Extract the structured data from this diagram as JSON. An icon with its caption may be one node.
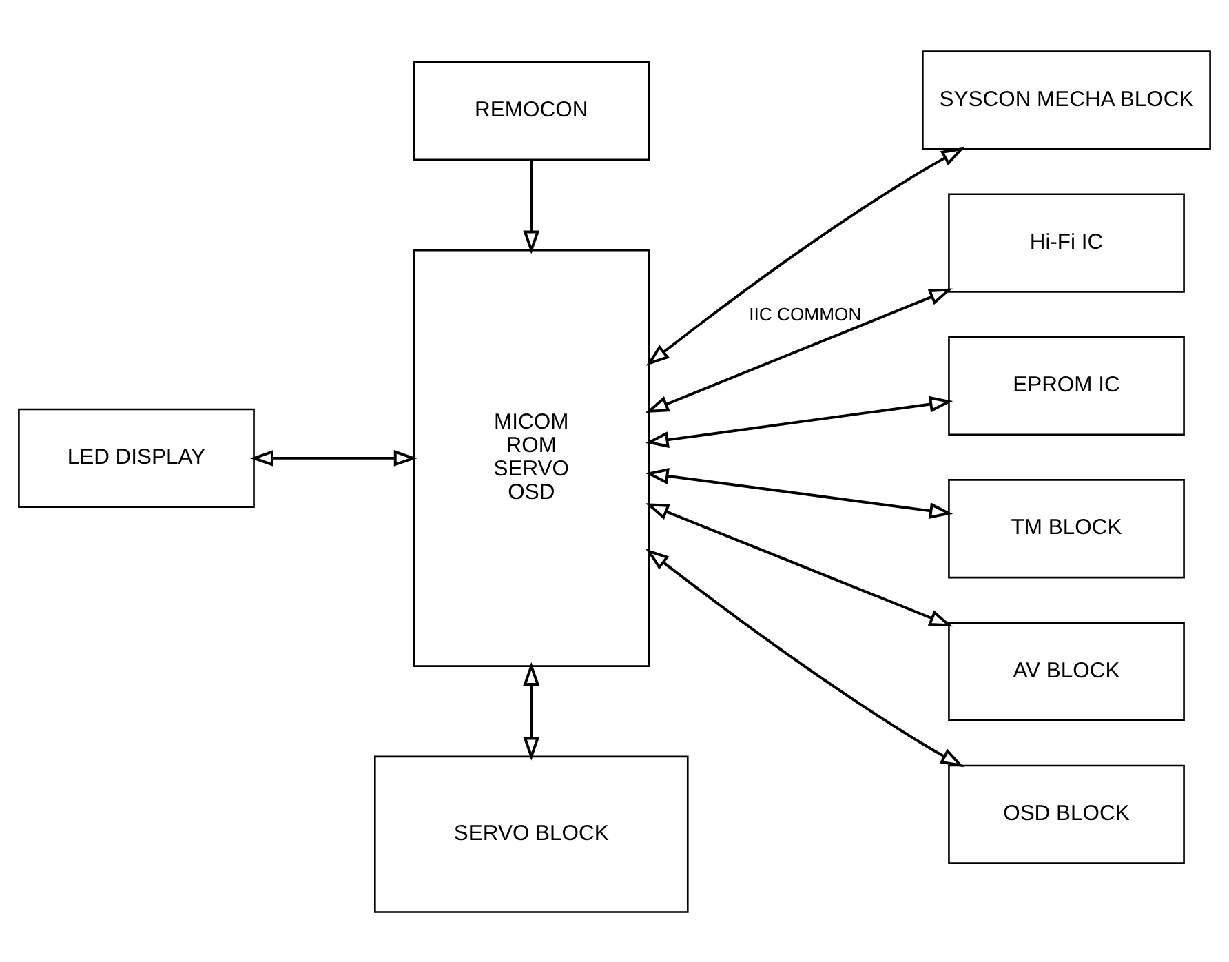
{
  "diagram": {
    "nodes": [
      {
        "text": [
          "REMOCON"
        ]
      },
      {
        "text": [
          "LED DISPLAY"
        ]
      },
      {
        "text": [
          "MICOM ROM SERVO OSD"
        ]
      },
      {
        "text": [
          "SYSCON MECHA BLOCK"
        ]
      },
      {
        "text": [
          "Hi-Fi IC"
        ]
      },
      {
        "text": [
          "EPROM IC"
        ]
      },
      {
        "text": [
          "TM BLOCK"
        ]
      },
      {
        "text": [
          "AV BLOCK"
        ]
      },
      {
        "text": [
          "OSD BLOCK"
        ]
      },
      {
        "text": [
          "SERVO BLOCK"
        ]
      }
    ],
    "edges": [
      {
        "from": 0,
        "to": 2,
        "arrow": "to"
      },
      {
        "from": 1,
        "to": 2,
        "arrow": "both"
      },
      {
        "from": 2,
        "to": 3,
        "arrow": "both"
      },
      {
        "from": 2,
        "to": 4,
        "arrow": "both",
        "label": "IIC COMMON"
      },
      {
        "from": 2,
        "to": 5,
        "arrow": "both"
      },
      {
        "from": 2,
        "to": 6,
        "arrow": "both"
      },
      {
        "from": 2,
        "to": 7,
        "arrow": "both"
      },
      {
        "from": 2,
        "to": 8,
        "arrow": "both"
      },
      {
        "from": 2,
        "to": 9,
        "arrow": "both"
      }
    ]
  }
}
